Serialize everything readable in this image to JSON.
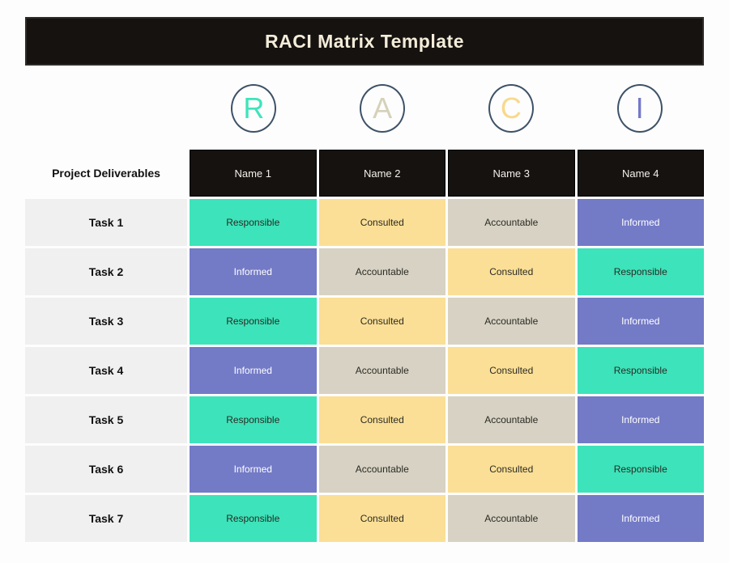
{
  "title": "RACI Matrix Template",
  "legend": [
    {
      "letter": "R",
      "color": "#3FE4BB"
    },
    {
      "letter": "A",
      "color": "#D6D1BA"
    },
    {
      "letter": "C",
      "color": "#F8D98C"
    },
    {
      "letter": "I",
      "color": "#7478C9"
    }
  ],
  "table": {
    "corner_header": "Project Deliverables",
    "columns": [
      "Name 1",
      "Name 2",
      "Name 3",
      "Name 4"
    ],
    "rows": [
      {
        "task": "Task 1",
        "cells": [
          "Responsible",
          "Consulted",
          "Accountable",
          "Informed"
        ]
      },
      {
        "task": "Task 2",
        "cells": [
          "Informed",
          "Accountable",
          "Consulted",
          "Responsible"
        ]
      },
      {
        "task": "Task 3",
        "cells": [
          "Responsible",
          "Consulted",
          "Accountable",
          "Informed"
        ]
      },
      {
        "task": "Task 4",
        "cells": [
          "Informed",
          "Accountable",
          "Consulted",
          "Responsible"
        ]
      },
      {
        "task": "Task 5",
        "cells": [
          "Responsible",
          "Consulted",
          "Accountable",
          "Informed"
        ]
      },
      {
        "task": "Task 6",
        "cells": [
          "Informed",
          "Accountable",
          "Consulted",
          "Responsible"
        ]
      },
      {
        "task": "Task 7",
        "cells": [
          "Responsible",
          "Consulted",
          "Accountable",
          "Informed"
        ]
      }
    ]
  },
  "role_colors": {
    "Responsible": {
      "bg": "#3DE3BA",
      "text": "#2B2B24"
    },
    "Consulted": {
      "bg": "#FBDF96",
      "text": "#2B2B24"
    },
    "Accountable": {
      "bg": "#D7D2C3",
      "text": "#2B2B24"
    },
    "Informed": {
      "bg": "#737AC6",
      "text": "#FFFFFF"
    }
  },
  "colors": {
    "page_bg": "#FDFDFD",
    "title_bar_bg": "#161210",
    "title_text": "#F3ECD9",
    "column_header_bg": "#161210",
    "column_header_text": "#F2EFE9",
    "task_cell_bg": "#F0F0F0",
    "circle_border": "#3D5268"
  }
}
